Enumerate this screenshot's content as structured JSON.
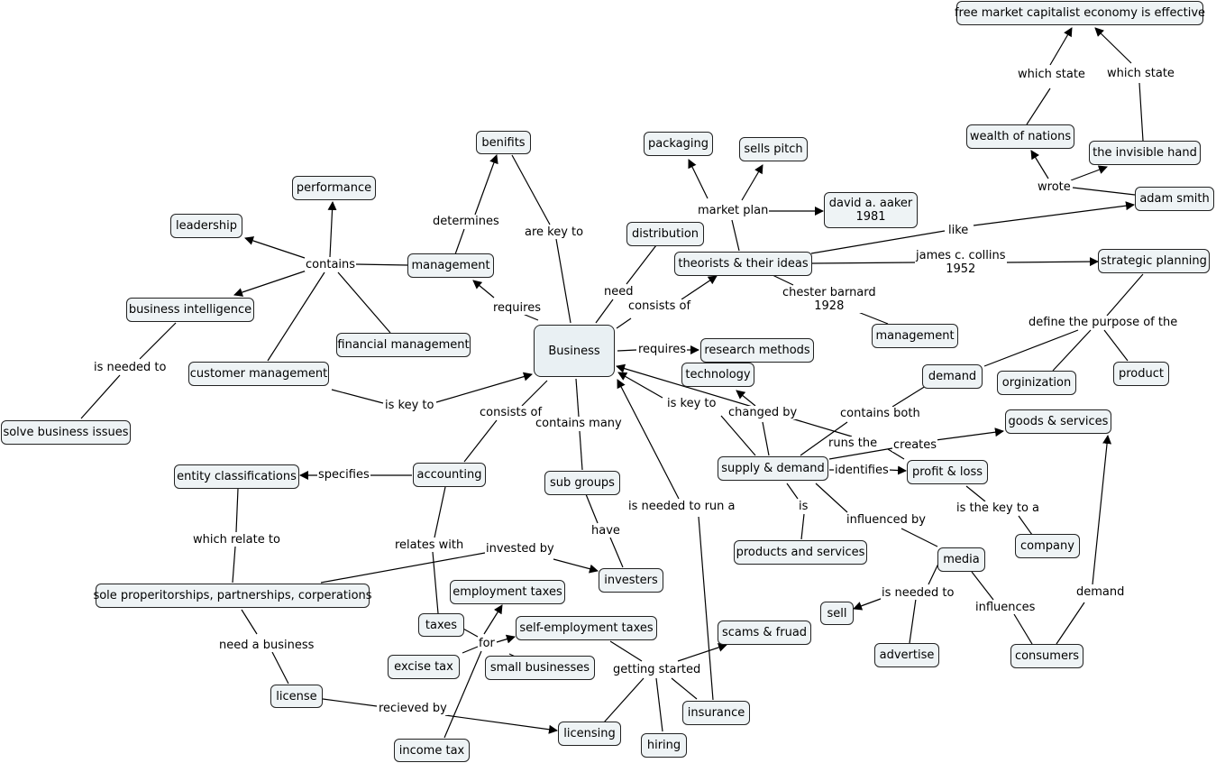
{
  "concepts": {
    "free_market": "free market capitalist economy is effective",
    "wealth_of_nations": "wealth of nations",
    "invisible_hand": "the invisible hand",
    "adam_smith": "adam smith",
    "packaging": "packaging",
    "sells_pitch": "sells pitch",
    "benifits": "benifits",
    "performance": "performance",
    "leadership": "leadership",
    "david_aaker": "david a. aaker\n1981",
    "distribution": "distribution",
    "management_top": "management",
    "theorists": "theorists & their ideas",
    "strategic_planning": "strategic planning",
    "business_intelligence": "business intelligence",
    "financial_management": "financial management",
    "management_right": "management",
    "business": "Business",
    "research_methods": "research methods",
    "customer_management": "customer management",
    "technology": "technology",
    "demand": "demand",
    "orginization": "orginization",
    "product": "product",
    "solve_business_issues": "solve business issues",
    "goods_services": "goods & services",
    "supply_demand": "supply & demand",
    "profit_loss": "profit & loss",
    "entity_classifications": "entity classifications",
    "accounting": "accounting",
    "sub_groups": "sub groups",
    "company": "company",
    "products_services": "products and services",
    "media": "media",
    "investers": "investers",
    "sole_prop": "sole properitorships, partnerships, corperations",
    "employment_taxes": "employment taxes",
    "sell": "sell",
    "taxes": "taxes",
    "self_employment_taxes": "self-employment taxes",
    "scams_fraud": "scams & fruad",
    "advertise": "advertise",
    "consumers": "consumers",
    "excise_tax": "excise tax",
    "small_businesses": "small businesses",
    "license": "license",
    "insurance": "insurance",
    "licensing": "licensing",
    "hiring": "hiring",
    "income_tax": "income tax"
  },
  "link_labels": {
    "which_state_left": "which state",
    "which_state_right": "which state",
    "wrote": "wrote",
    "market_plan": "market plan",
    "determines": "determines",
    "are_key_to": "are key to",
    "contains": "contains",
    "like": "like",
    "james_collins": "james c. collins\n1952",
    "need": "need",
    "consists_of_top": "consists of",
    "chester_barnard": "chester barnard\n1928",
    "requires_top": "requires",
    "define_purpose": "define the purpose of the",
    "is_needed_to_left": "is needed to",
    "requires_right": "requires",
    "is_key_to_left": "is key to",
    "is_key_to_right": "is key to",
    "changed_by": "changed by",
    "contains_both": "contains both",
    "consists_of_bottom": "consists of",
    "contains_many": "contains many",
    "runs_the": "runs the",
    "creates": "creates",
    "specifies": "specifies",
    "identifies": "identifies",
    "is_needed_to_run_a": "is needed to run a",
    "is": "is",
    "is_the_key_to_a": "is the key to a",
    "influenced_by": "influenced by",
    "which_relate_to": "which relate to",
    "relates_with": "relates with",
    "invested_by": "invested by",
    "have": "have",
    "demand_label": "demand",
    "is_needed_to_right": "is needed to",
    "influences": "influences",
    "for": "for",
    "need_a_business": "need a business",
    "getting_started": "getting started",
    "recieved_by": "recieved by"
  },
  "colors": {
    "node_fill": "#eef3f5",
    "node_border": "#222222",
    "link": "#000000",
    "background": "#ffffff"
  }
}
